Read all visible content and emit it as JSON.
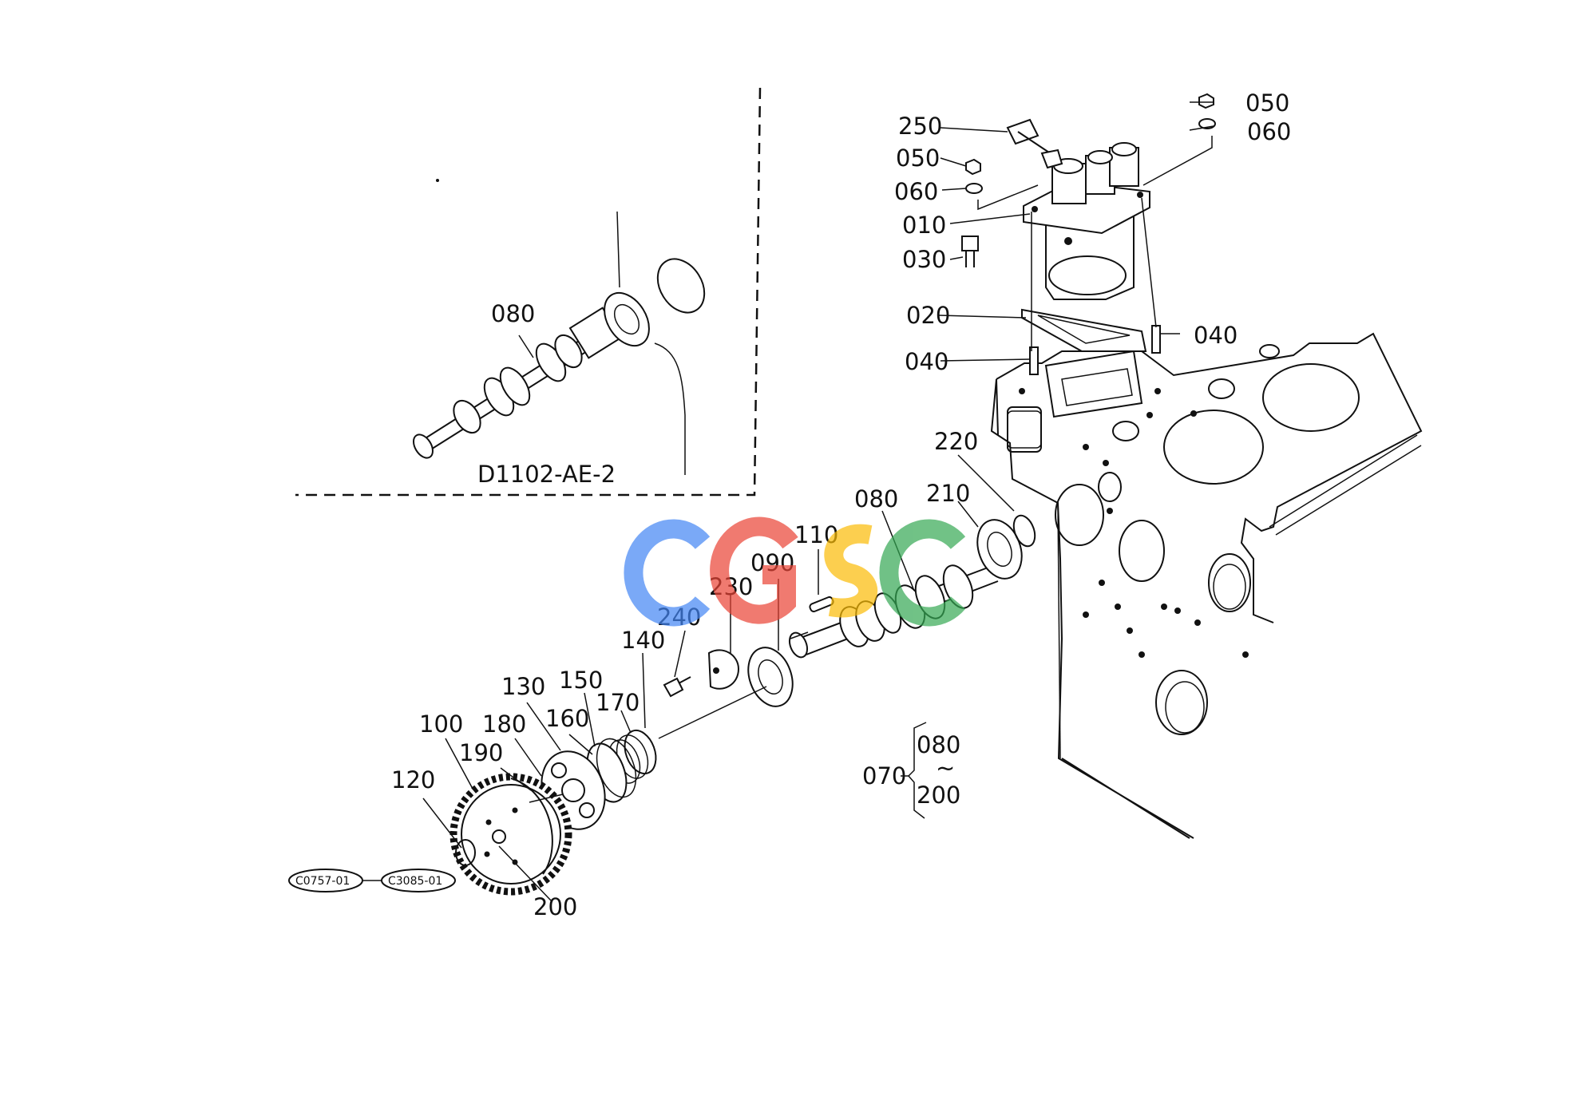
{
  "inset": {
    "caption": "D1102-AE-2",
    "part_label": "080"
  },
  "labels": {
    "l250": "250",
    "l050a": "050",
    "l060a": "060",
    "l010": "010",
    "l030": "030",
    "l020": "020",
    "l040a": "040",
    "l050b": "050",
    "l060b": "060",
    "l040b": "040",
    "l220": "220",
    "l210": "210",
    "l080": "080",
    "l110": "110",
    "l090": "090",
    "l230": "230",
    "l240": "240",
    "l140": "140",
    "l130": "130",
    "l150": "150",
    "l170": "170",
    "l160": "160",
    "l100": "100",
    "l180": "180",
    "l190": "190",
    "l120": "120",
    "l200": "200"
  },
  "assembly": {
    "group": "070",
    "from": "080",
    "tilde": "~",
    "to": "200"
  },
  "references": {
    "ref1": "C0757-01",
    "ref2": "C3085-01"
  },
  "watermark": {
    "text": "CGSC",
    "colors": [
      "#4285F4",
      "#EA4335",
      "#FBBC05",
      "#34A853"
    ]
  }
}
